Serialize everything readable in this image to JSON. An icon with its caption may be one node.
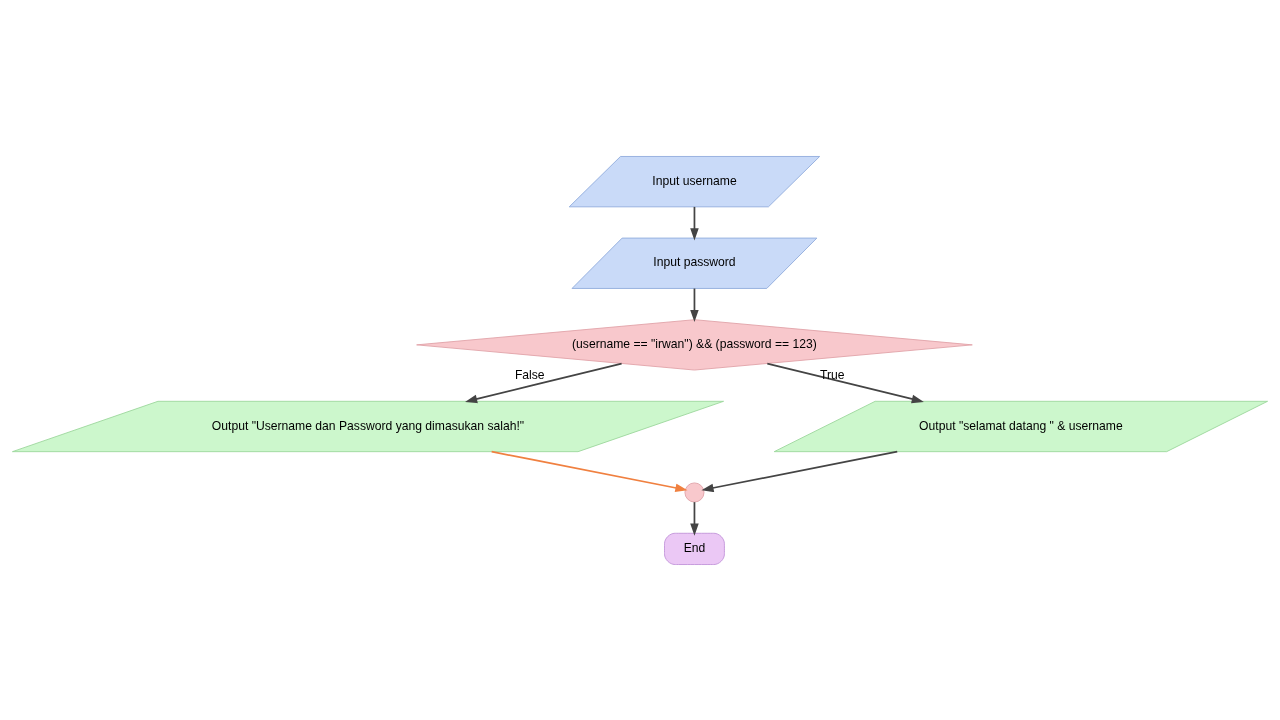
{
  "diagram": {
    "nodes": [
      {
        "text": [
          "Input username"
        ]
      },
      {
        "text": [
          "Input password"
        ]
      },
      {
        "text": [
          "(username == \"irwan\") && (password == 123)"
        ]
      },
      {
        "text": [
          "Output \"Username dan Password yang dimasukan salah!\""
        ]
      },
      {
        "text": [
          "Output \"selamat datang \" & username"
        ]
      },
      {
        "text": [],
        "shape": "circle"
      },
      {
        "text": [
          "End"
        ]
      }
    ],
    "edges": [
      {
        "from": 0,
        "to": 1,
        "arrow": "to"
      },
      {
        "from": 1,
        "to": 2,
        "arrow": "to"
      },
      {
        "from": 2,
        "to": 3,
        "arrow": "to",
        "label": "False"
      },
      {
        "from": 2,
        "to": 4,
        "arrow": "to",
        "label": "True"
      },
      {
        "from": 3,
        "to": 5,
        "arrow": "to",
        "color": "#f08040"
      },
      {
        "from": 4,
        "to": 5,
        "arrow": "to"
      },
      {
        "from": 5,
        "to": 6,
        "arrow": "to"
      }
    ]
  }
}
